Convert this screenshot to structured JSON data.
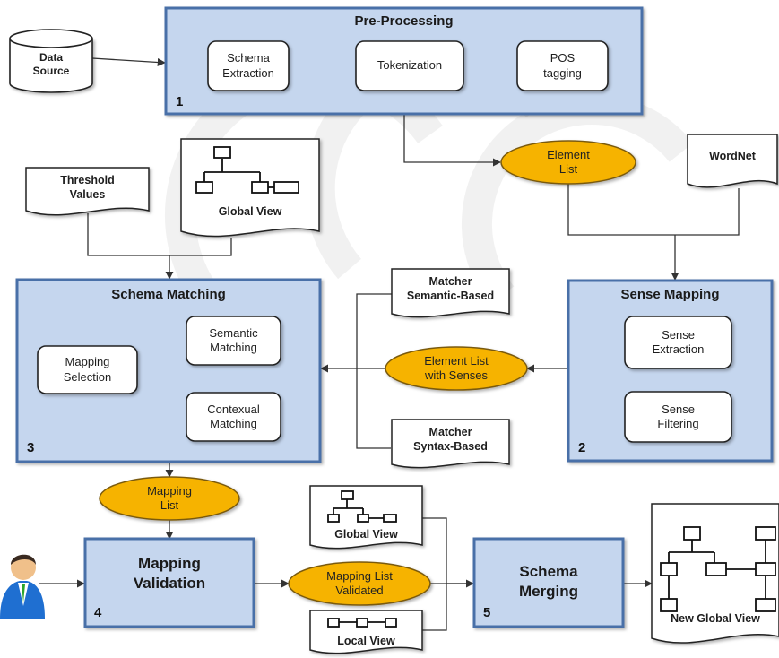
{
  "diagram": {
    "pre_processing": {
      "title": "Pre-Processing",
      "number": "1",
      "schema_extraction": "Schema\nExtraction",
      "tokenization": "Tokenization",
      "pos_tagging": "POS\ntagging"
    },
    "data_source": "Data\nSource",
    "element_list": "Element\nList",
    "wordnet": "WordNet",
    "threshold_values": "Threshold\nValues",
    "global_view_doc": "Global View",
    "schema_matching": {
      "title": "Schema Matching",
      "number": "3",
      "mapping_selection": "Mapping\nSelection",
      "semantic_matching": "Semantic\nMatching",
      "contextual_matching": "Contexual\nMatching"
    },
    "matcher_semantic": "Matcher\nSemantic-Based",
    "matcher_syntax": "Matcher\nSyntax-Based",
    "element_list_senses": "Element List\nwith Senses",
    "sense_mapping": {
      "title": "Sense Mapping",
      "number": "2",
      "sense_extraction": "Sense\nExtraction",
      "sense_filtering": "Sense\nFiltering"
    },
    "mapping_list": "Mapping\nList",
    "mapping_validation": {
      "title": "Mapping\nValidation",
      "number": "4"
    },
    "mapping_list_validated": "Mapping List\nValidated",
    "global_view_small": "Global View",
    "local_view": "Local View",
    "schema_merging": {
      "title": "Schema\nMerging",
      "number": "5"
    },
    "new_global_view": "New Global View"
  },
  "colors": {
    "section_fill": "#c5d6ee",
    "section_border": "#4a6fa8",
    "ellipse_fill": "#f6b300",
    "ellipse_border": "#7a5a10",
    "line": "#333333"
  }
}
